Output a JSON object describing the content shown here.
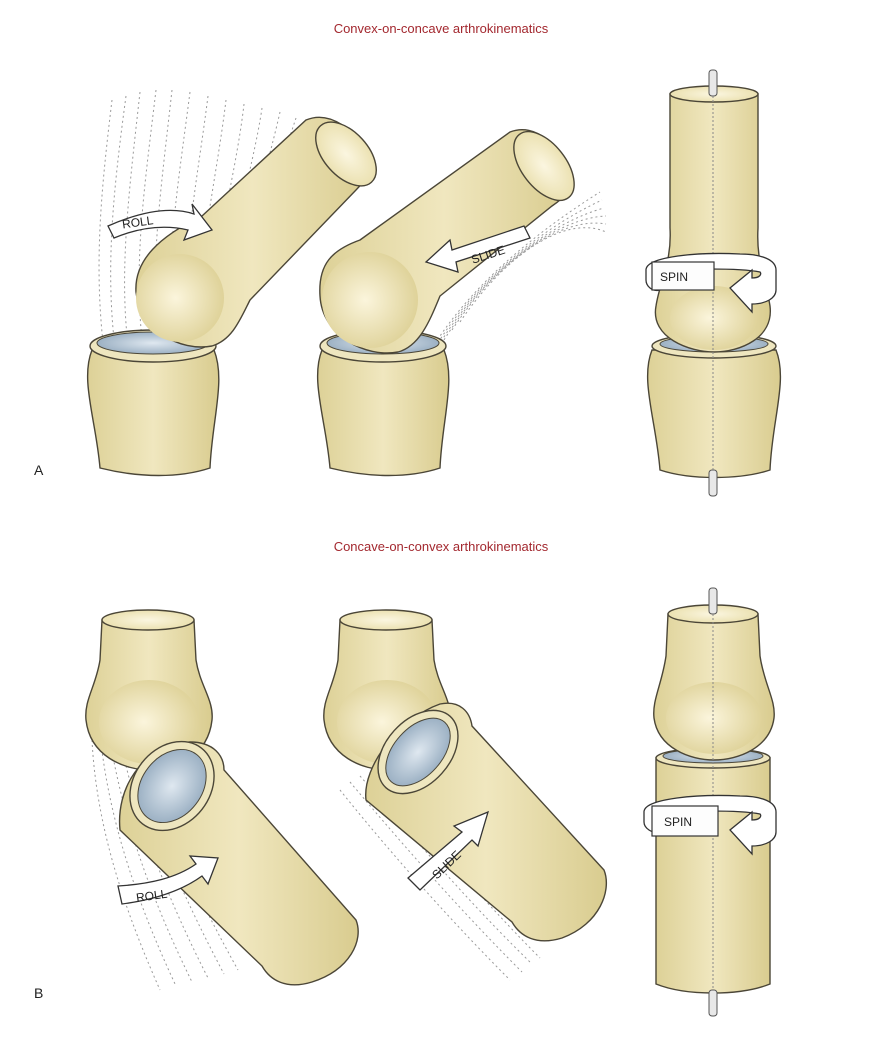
{
  "colors": {
    "heading": "#a3282f",
    "bone_fill": "#e6dba2",
    "bone_edge": "#4b4637",
    "cartilage": "#aebfcf",
    "motion_lines": "#9a9a9a"
  },
  "panel_a": {
    "heading": "Convex-on-concave arthrokinematics",
    "letter": "A",
    "roll_label": "ROLL",
    "slide_label": "SLIDE",
    "spin_label": "SPIN"
  },
  "panel_b": {
    "heading": "Concave-on-convex arthrokinematics",
    "letter": "B",
    "roll_label": "ROLL",
    "slide_label": "SLIDE",
    "spin_label": "SPIN"
  }
}
